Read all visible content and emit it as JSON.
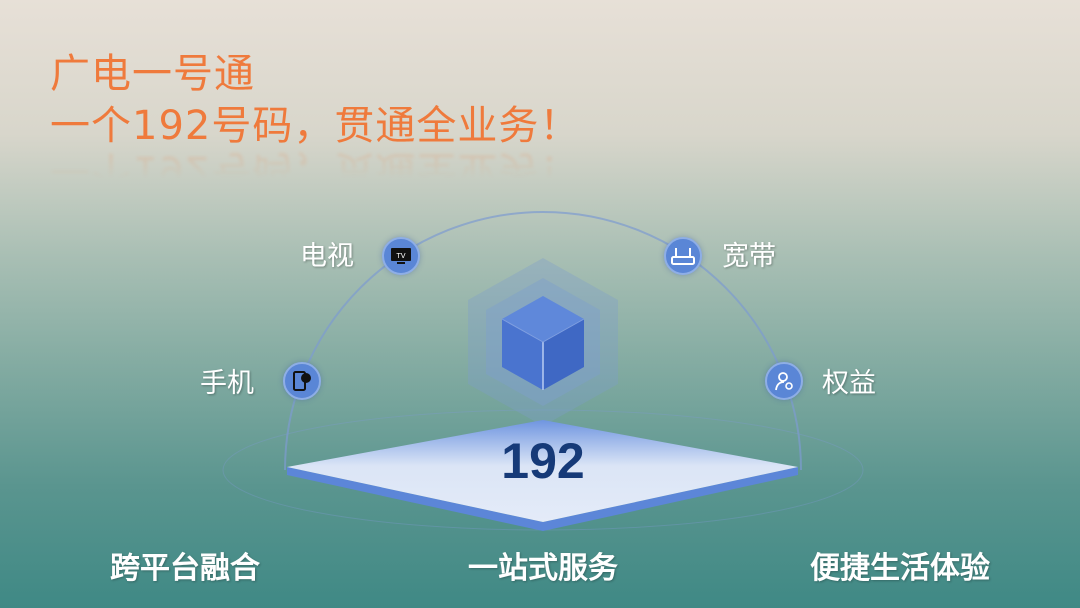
{
  "title": {
    "line1": "广电一号通",
    "line2": "一个192号码，贯通全业务！"
  },
  "services": {
    "tv": "电视",
    "broadband": "宽带",
    "mobile": "手机",
    "benefits": "权益"
  },
  "center": {
    "number": "192"
  },
  "features": [
    "跨平台融合",
    "一站式服务",
    "便捷生活体验"
  ],
  "colors": {
    "title": "#ef7a3c",
    "accent": "#5a86d6",
    "number": "#163a78"
  }
}
